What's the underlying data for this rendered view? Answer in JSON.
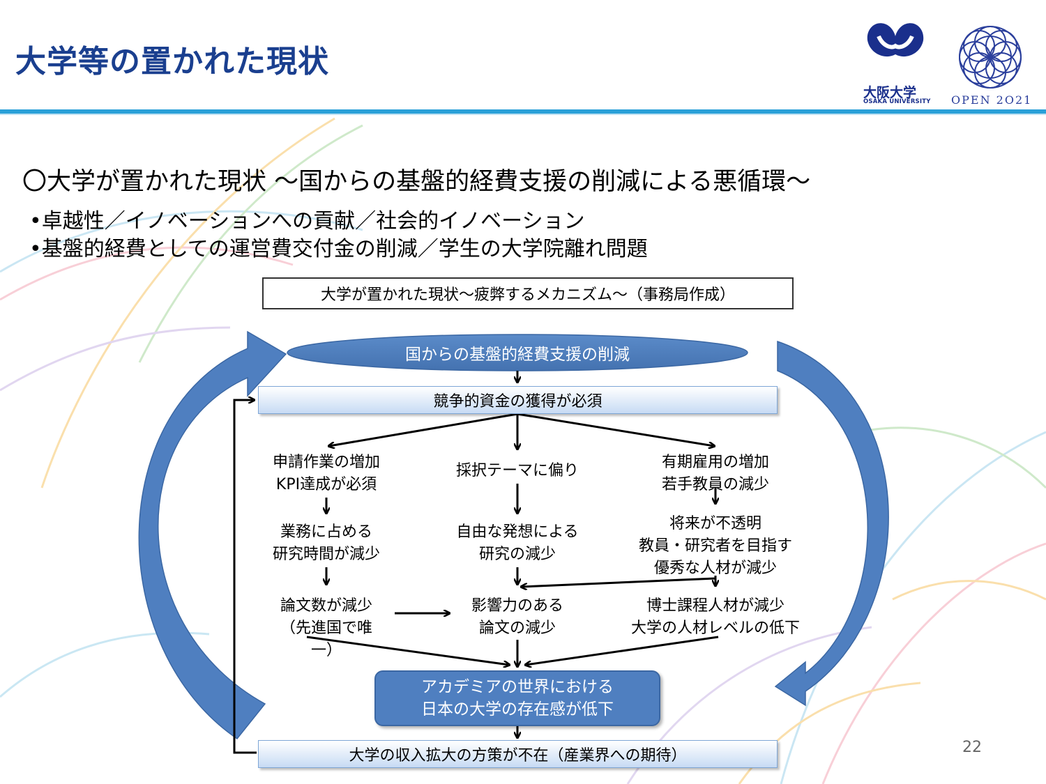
{
  "slide": {
    "title": "大学等の置かれた現状",
    "page_number": "22",
    "colors": {
      "title": "#1a3f8f",
      "rule": "#2aa0d8",
      "accent_blue": "#4f7fc0",
      "logo_blue": "#1a2f8c"
    }
  },
  "logos": {
    "osaka_university": {
      "name": "大阪大学",
      "sub": "OSAKA UNIVERSITY",
      "icon": "ginkgo-leaf-icon"
    },
    "open2021": {
      "text": "OPEN 2O21",
      "icon": "ring-emblem-icon"
    }
  },
  "content": {
    "heading": "〇大学が置かれた現状 ～国からの基盤的経費支援の削減による悪循環～",
    "bullets": [
      "•卓越性／イノベーションへの貢献／社会的イノベーション",
      "•基盤的経費としての運営費交付金の削減／学生の大学院離れ問題"
    ]
  },
  "diagram": {
    "caption": "大学が置かれた現状～疲弊するメカニズム～（事務局作成）",
    "top_ellipse": "国からの基盤的経費支援の削減",
    "competitive_funding": "競争的資金の獲得が必須",
    "left_column": {
      "n1": [
        "申請作業の増加",
        "KPI達成が必須"
      ],
      "n2": [
        "業務に占める",
        "研究時間が減少"
      ],
      "n3": [
        "論文数が減少",
        "（先進国で唯",
        "一）"
      ]
    },
    "middle_column": {
      "n1": [
        "採択テーマに偏り"
      ],
      "n2": [
        "自由な発想による",
        "研究の減少"
      ],
      "n3": [
        "影響力のある",
        "論文の減少"
      ]
    },
    "right_column": {
      "n1": [
        "有期雇用の増加",
        "若手教員の減少"
      ],
      "n2": [
        "将来が不透明",
        "教員・研究者を目指す",
        "優秀な人材が減少"
      ],
      "n3": [
        "博士課程人材が減少",
        "大学の人材レベルの低下"
      ]
    },
    "academia_box": [
      "アカデミアの世界における",
      "日本の大学の存在感が低下"
    ],
    "income_bar": "大学の収入拡大の方策が不在（産業界への期待）"
  }
}
